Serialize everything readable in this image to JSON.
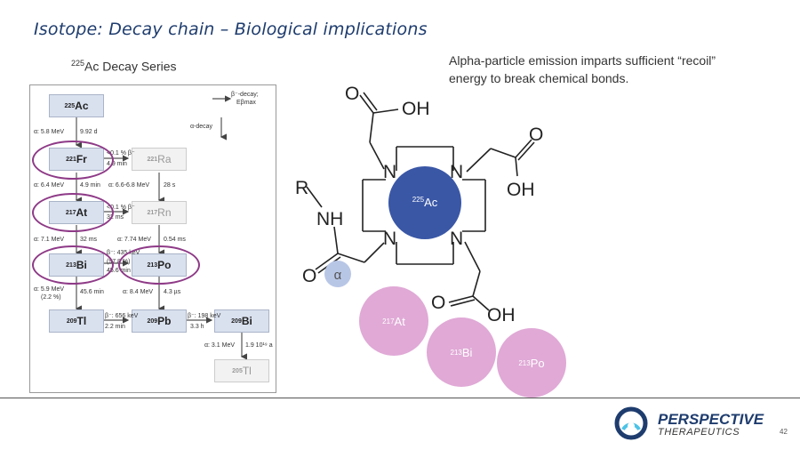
{
  "slide": {
    "title": "Isotope: Decay chain – Biological implications",
    "series_title_mass": "225",
    "series_title_text": "Ac Decay Series",
    "note": "Alpha-particle emission imparts sufficient “recoil” energy to break chemical bonds.",
    "page_number": "42"
  },
  "decay_chart": {
    "nodes": [
      {
        "mass": "225",
        "symbol": "Ac"
      },
      {
        "mass": "221",
        "symbol": "Fr"
      },
      {
        "mass": "221",
        "symbol": "Ra"
      },
      {
        "mass": "217",
        "symbol": "At"
      },
      {
        "mass": "217",
        "symbol": "Rn"
      },
      {
        "mass": "213",
        "symbol": "Bi"
      },
      {
        "mass": "213",
        "symbol": "Po"
      },
      {
        "mass": "209",
        "symbol": "Tl"
      },
      {
        "mass": "209",
        "symbol": "Pb"
      },
      {
        "mass": "209",
        "symbol": "Bi"
      },
      {
        "mass": "205",
        "symbol": "Tl"
      }
    ],
    "legend_beta": "β⁻-decay;",
    "legend_beta_e": "Eβmax",
    "legend_alpha": "α-decay",
    "labels": {
      "ac_alpha": "α: 5.8 MeV",
      "ac_half": "9.92 d",
      "fr_beta_pct": "<0.1 % β⁻",
      "fr_beta_half": "4.9 min",
      "fr_alpha": "α: 6.4 MeV",
      "fr_half": "4.9 min",
      "ra_alpha": "α: 6.6-6.8 MeV",
      "ra_half": "28 s",
      "at_beta_pct": "<0.1 % β⁻",
      "at_beta_half": "32 ms",
      "at_alpha": "α: 7.1 MeV",
      "at_half": "32 ms",
      "rn_alpha": "α: 7.74 MeV",
      "rn_half": "0.54 ms",
      "bi_beta_e": "β⁻: 435 keV",
      "bi_beta_pct": "(97.8 %)",
      "bi_beta_half": "45.6 min",
      "bi_alpha": "α: 5.9 MeV",
      "bi_alpha_pct": "(2.2 %)",
      "bi_half": "45.6 min",
      "po_alpha": "α: 8.4 MeV",
      "po_half": "4.3 µs",
      "tl_beta": "β⁻: 656 keV",
      "tl_half": "2.2 min",
      "pb_beta": "β⁻: 198 keV",
      "pb_half": "3.3 h",
      "bi209_alpha": "α: 3.1 MeV",
      "bi209_half": "1.9 10¹⁹ a"
    }
  },
  "molecule": {
    "o1": "O",
    "oh1": "OH",
    "o2": "O",
    "oh2": "OH",
    "o3": "O",
    "oh3": "OH",
    "o4": "O",
    "r": "R",
    "nh": "NH",
    "n": "N",
    "center_mass": "225",
    "center_symbol": "Ac",
    "alpha": "α"
  },
  "bubbles": [
    {
      "mass": "217",
      "symbol": "At"
    },
    {
      "mass": "213",
      "symbol": "Bi"
    },
    {
      "mass": "213",
      "symbol": "Po"
    }
  ],
  "brand": {
    "name_main": "PERSPECTIVE",
    "name_sub": "THERAPEUTICS"
  },
  "colors": {
    "title": "#1e3c6e",
    "ac_circle": "#3a57a6",
    "daughter_bubbles": "#e0a9d6",
    "highlight_ring": "#8e3a87",
    "alpha_circle": "#b8c6e6"
  }
}
